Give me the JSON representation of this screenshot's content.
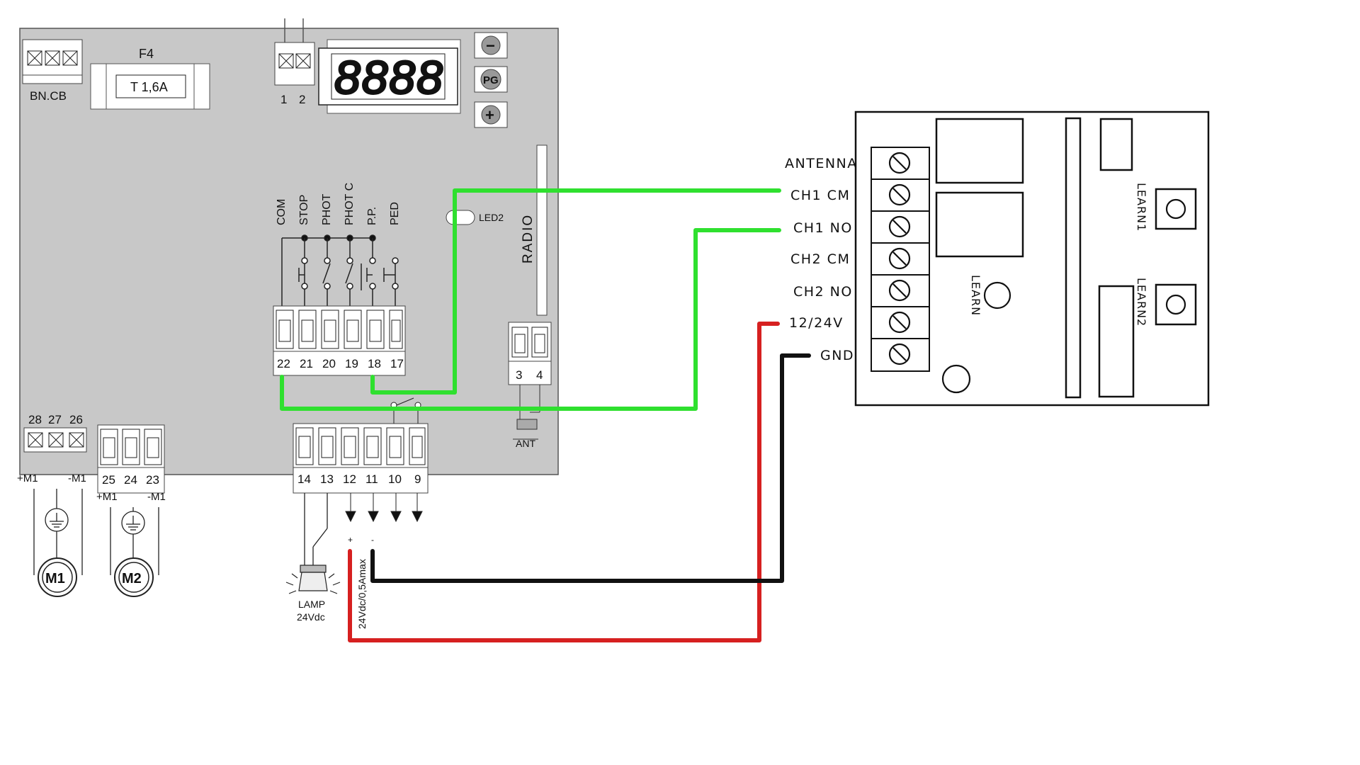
{
  "control_board": {
    "fuse_name": "F4",
    "fuse_value": "T 1,6A",
    "bn_label": "BN.CB",
    "top_terminals": [
      "1",
      "2"
    ],
    "display_digits": "8888",
    "button_minus": "−",
    "button_pg": "PG",
    "button_plus": "+",
    "radio_slot_label": "RADIO",
    "led_label": "LED2",
    "input_labels": [
      "COM",
      "STOP",
      "PHOT",
      "PHOT C",
      "P.P.",
      "PED"
    ],
    "input_terminals": [
      "22",
      "21",
      "20",
      "19",
      "18",
      "17"
    ],
    "antenna_terminals": [
      "3",
      "4"
    ],
    "antenna_label": "ANT",
    "motor1_terminals": [
      "28",
      "27",
      "26"
    ],
    "motor2_terminals": [
      "25",
      "24",
      "23"
    ],
    "power_terminals": [
      "14",
      "13",
      "12",
      "11",
      "10",
      "9"
    ],
    "polarity_plus": "+",
    "polarity_minus": "-"
  },
  "motors": {
    "m1_label": "M1",
    "m2_label": "M2",
    "m1_plus": "+M1",
    "m1_minus": "-M1",
    "m2_plus": "+M1",
    "m2_minus": "-M1"
  },
  "lamp": {
    "label_line1": "LAMP",
    "label_line2": "24Vdc"
  },
  "supply_note": "24Vdc/0,5Amax",
  "receiver": {
    "terminal_labels": [
      "ANTENNA",
      "CH1 CM",
      "CH1 NO",
      "CH2 CM",
      "CH2 NO",
      "12/24V",
      "GND"
    ],
    "learn_label": "LEARN",
    "learn1_label": "LEARN1",
    "learn2_label": "LEARN2"
  },
  "wire_colors": {
    "signal": "#2fe02f",
    "positive": "#d62020",
    "ground": "#111111",
    "board": "#c8c8c8"
  }
}
